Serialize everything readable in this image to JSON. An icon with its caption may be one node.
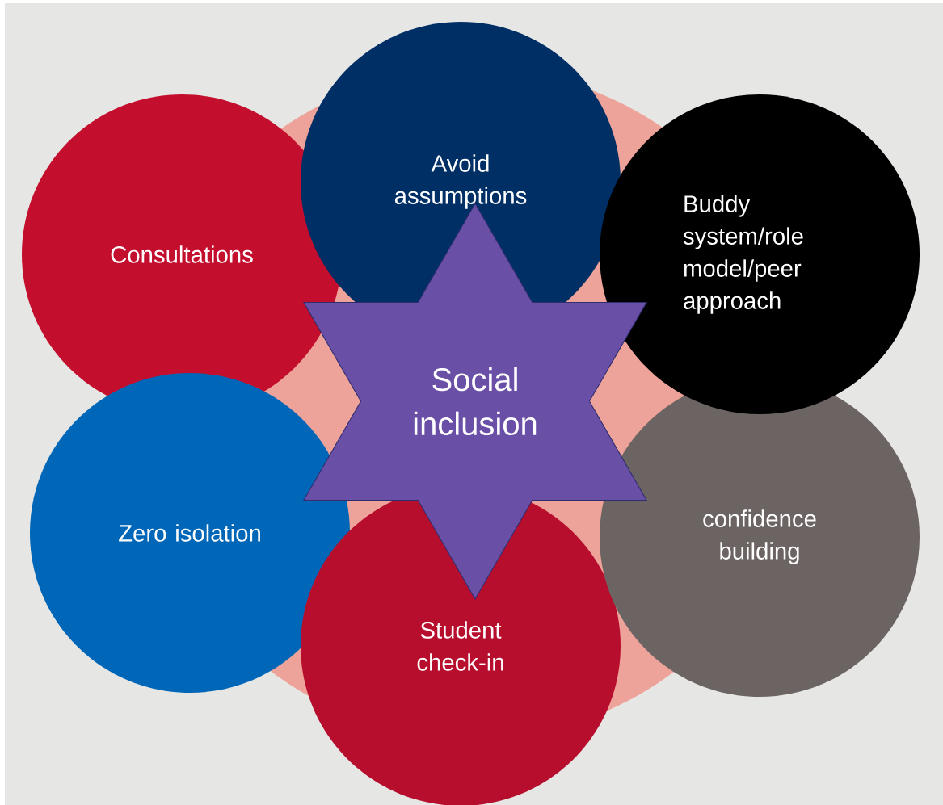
{
  "diagram": {
    "nodes": [
      {
        "text": [
          "Consultations"
        ]
      },
      {
        "text": [
          "Avoid assumptions"
        ]
      },
      {
        "text": [
          "Buddy system/role model/peer approach"
        ]
      },
      {
        "text": [
          "Zero isolation"
        ]
      },
      {
        "text": [
          "Student check-in"
        ]
      },
      {
        "text": [
          "confidence building"
        ]
      },
      {
        "text": [
          "Social inclusion"
        ]
      }
    ]
  }
}
